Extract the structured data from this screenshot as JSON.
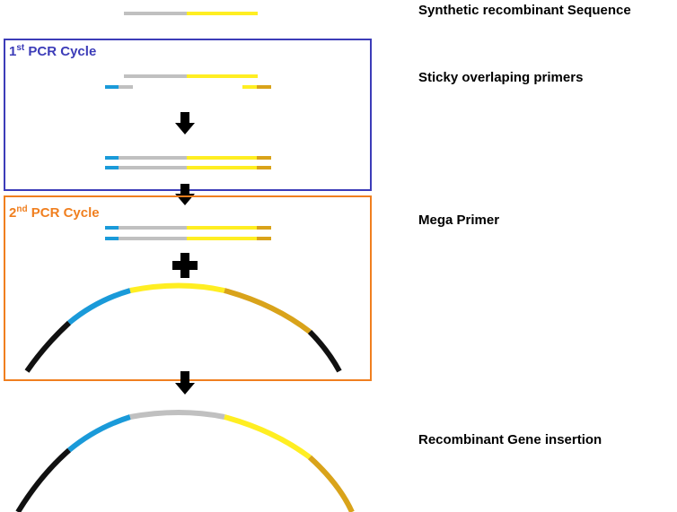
{
  "colors": {
    "gray": "#c0c0c0",
    "yellow": "#ffee22",
    "blue": "#1a9ad9",
    "gold": "#d9a31a",
    "black": "#111111",
    "cycle1_border": "#3c3cb8",
    "cycle2_border": "#f07f1f"
  },
  "labels": {
    "synthetic": "Synthetic recombinant Sequence",
    "sticky": "Sticky overlaping primers",
    "mega": "Mega Primer",
    "recombinant": "Recombinant Gene insertion"
  },
  "cycle1": {
    "number": "1",
    "suffix": "st",
    "text": "PCR Cycle"
  },
  "cycle2": {
    "number": "2",
    "suffix": "nd",
    "text": "PCR Cycle"
  },
  "icons": {
    "arrow": "down-arrow-icon",
    "plus": "plus-icon"
  }
}
